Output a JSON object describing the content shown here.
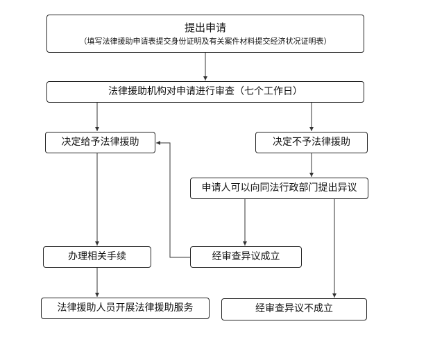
{
  "flowchart": {
    "apply": {
      "title": "提出申请",
      "note": "（填写法律援助申请表提交身份证明及有关案件材料提交经济状况证明表）"
    },
    "review": {
      "label": "法律援助机构对申请进行审查（七个工作日）"
    },
    "grant": {
      "label": "决定给予法律援助"
    },
    "deny": {
      "label": "决定不予法律援助"
    },
    "objection": {
      "label": "申请人可以向同法行政部门提出异议"
    },
    "procedures": {
      "label": "办理相关手续"
    },
    "objection_upheld": {
      "label": "经审查异议成立"
    },
    "service": {
      "label": "法律援助人员开展法律援助服务"
    },
    "objection_rejected": {
      "label": "经审查异议不成立"
    }
  }
}
